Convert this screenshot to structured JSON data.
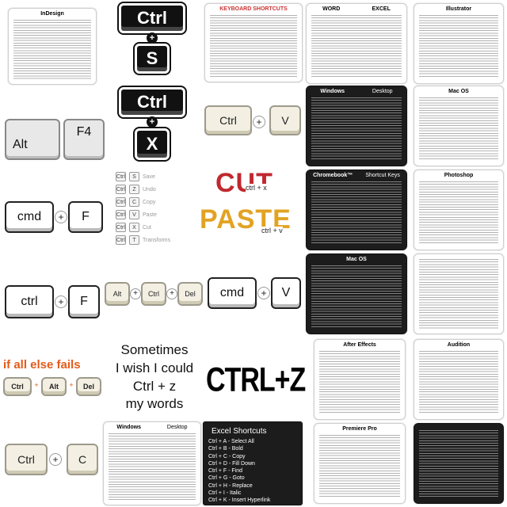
{
  "stickers": {
    "indesign": {
      "title": "InDesign"
    },
    "keyboard_shortcuts": {
      "title": "KEYBOARD SHORTCUTS"
    },
    "word_excel": {
      "title_left": "WORD",
      "title_right": "EXCEL"
    },
    "illustrator": {
      "title": "Illustrator"
    },
    "ctrl_s": {
      "key1": "Ctrl",
      "key2": "S",
      "plus": "+"
    },
    "ctrl_x": {
      "key1": "Ctrl",
      "key2": "X",
      "plus": "+"
    },
    "alt_f4": {
      "key1": "Alt",
      "key2": "F4"
    },
    "ctrl_v": {
      "key1": "Ctrl",
      "key2": "V",
      "plus": "+"
    },
    "windows": {
      "title": "Windows",
      "subtitle": "Desktop"
    },
    "mac_os_small": {
      "title": "Mac OS"
    },
    "cmd_f": {
      "key1": "cmd",
      "key2": "F",
      "plus": "+"
    },
    "undo_list": {
      "rows": [
        {
          "key": "S",
          "label": "Save"
        },
        {
          "key": "Z",
          "label": "Undo"
        },
        {
          "key": "C",
          "label": "Copy"
        },
        {
          "key": "V",
          "label": "Paste"
        },
        {
          "key": "X",
          "label": "Cut"
        },
        {
          "key": "T",
          "label": "Transforms"
        }
      ]
    },
    "cut_paste": {
      "cut": "CUT",
      "cut_sub": "ctrl + x",
      "paste": "PASTE",
      "paste_sub": "ctrl + v"
    },
    "chromebook": {
      "title": "Chromebook™",
      "subtitle": "Shortcut Keys"
    },
    "photoshop": {
      "title": "Photoshop"
    },
    "ctrl_f": {
      "key1": "ctrl",
      "key2": "F",
      "plus": "+"
    },
    "alt_ctrl_del": {
      "key1": "Alt",
      "key2": "Ctrl",
      "key3": "Del",
      "plus": "+"
    },
    "cmd_v": {
      "key1": "cmd",
      "key2": "V",
      "plus": "+"
    },
    "mac_os": {
      "title": "Mac OS"
    },
    "if_all_else_fails": {
      "headline": "if all else fails",
      "key1": "Ctrl",
      "key2": "Alt",
      "key3": "Del",
      "plus": "+"
    },
    "sometimes": {
      "line1": "Sometimes",
      "line2": "I wish I could",
      "line3": "Ctrl + z",
      "line4": "my words"
    },
    "ctrl_z": {
      "text": "CTRL+Z"
    },
    "after_effects": {
      "title": "After Effects"
    },
    "audition": {
      "title": "Audition"
    },
    "ctrl_c": {
      "key1": "Ctrl",
      "key2": "C",
      "plus": "+"
    },
    "windows_bottom": {
      "title": "Windows",
      "subtitle": "Desktop"
    },
    "excel_shortcuts": {
      "title": "Excel Shortcuts",
      "items": [
        "Ctrl + A - Select All",
        "Ctrl + B - Bold",
        "Ctrl + C - Copy",
        "Ctrl + D - Fill Down",
        "Ctrl + F - Find",
        "Ctrl + G - Goto",
        "Ctrl + H - Replace",
        "Ctrl + I - Italic",
        "Ctrl + K - Insert  Hyperlink"
      ]
    },
    "premiere": {
      "title": "Premiere Pro"
    }
  }
}
